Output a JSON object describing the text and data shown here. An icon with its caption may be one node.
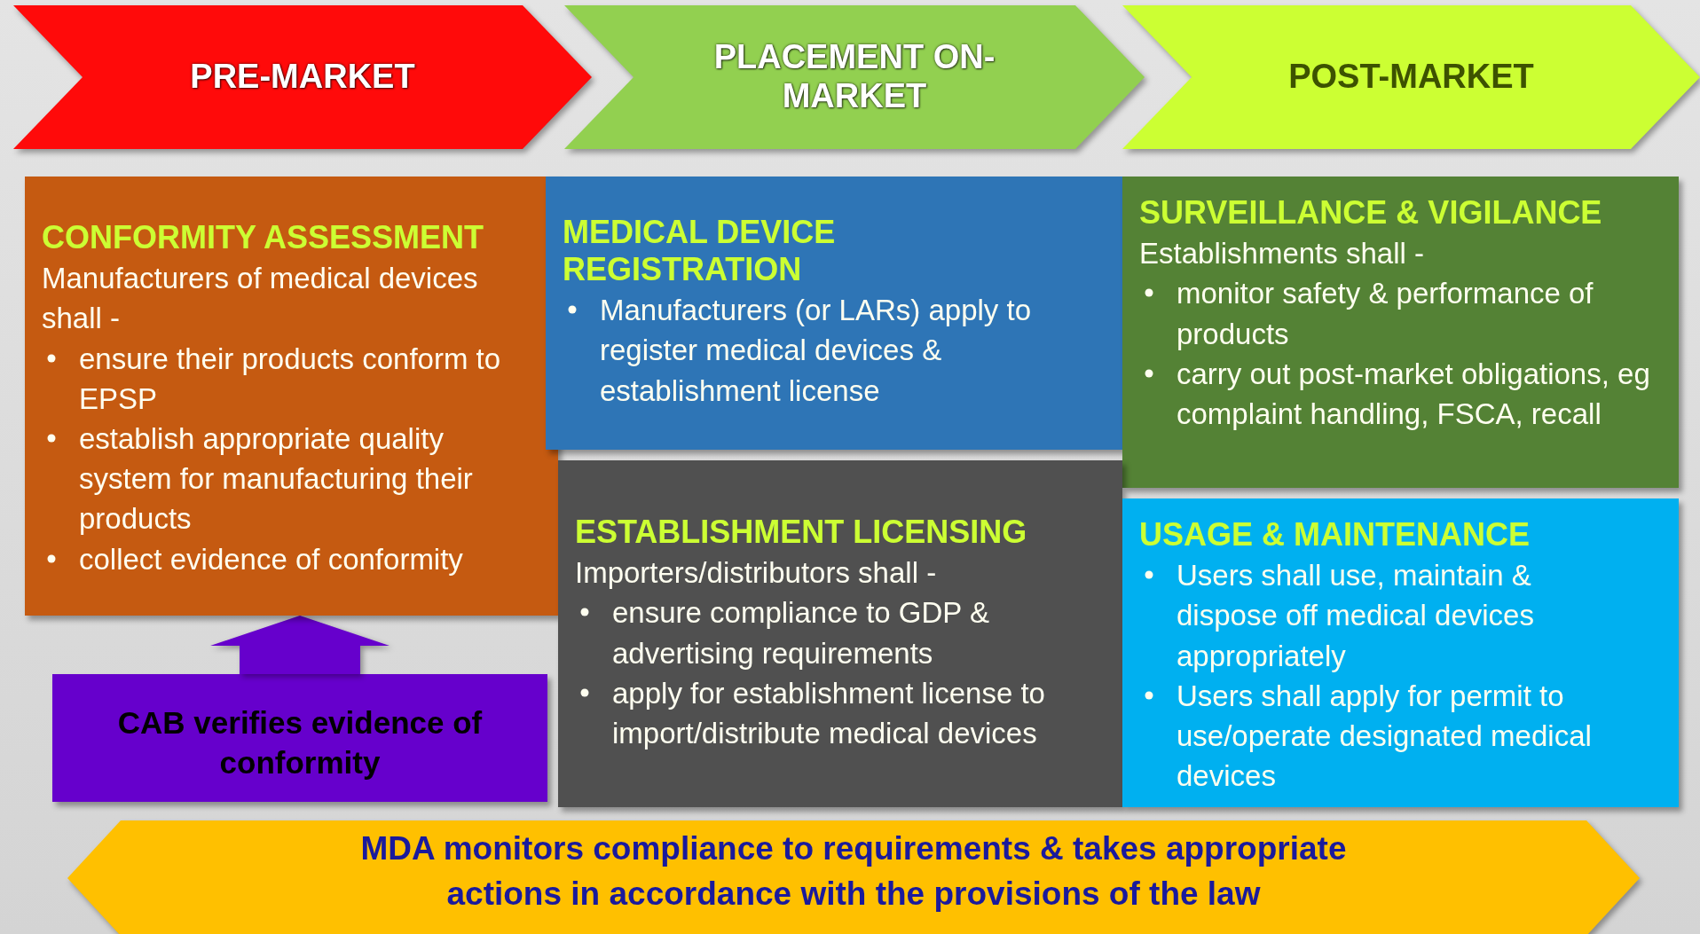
{
  "diagram": {
    "nodes": [
      {
        "text": [
          "PRE-MARKET"
        ]
      },
      {
        "text": [
          "PLACEMENT ON-MARKET"
        ]
      },
      {
        "text": [
          "POST-MARKET"
        ]
      },
      {
        "text": [
          "CONFORMITY ASSESSMENT",
          "Manufacturers of medical devices shall -",
          "ensure their products conform to EPSP",
          "establish appropriate quality system for manufacturing their products",
          "collect evidence of conformity"
        ]
      },
      {
        "text": [
          "MEDICAL DEVICE REGISTRATION",
          "Manufacturers (or LARs) apply to register medical devices & establishment license"
        ]
      },
      {
        "text": [
          "SURVEILLANCE & VIGILANCE",
          "Establishments shall -",
          "monitor safety & performance of products",
          "carry out post-market obligations, eg complaint handling, FSCA, recall"
        ]
      },
      {
        "text": [
          "ESTABLISHMENT LICENSING",
          "Importers/distributors shall -",
          "ensure compliance to GDP & advertising requirements",
          "apply for establishment license to import/distribute medical devices"
        ]
      },
      {
        "text": [
          "USAGE & MAINTENANCE",
          "Users shall use, maintain & dispose off medical devices appropriately",
          "Users shall apply for permit to use/operate designated medical devices"
        ]
      },
      {
        "text": [
          "CAB verifies evidence of conformity"
        ]
      },
      {
        "text": [
          "MDA monitors compliance to requirements & takes appropriate actions in accordance with the provisions of the law"
        ]
      }
    ],
    "edges": [
      {
        "from": 8,
        "to": 3,
        "arrow": "to",
        "style": "thick"
      }
    ]
  }
}
